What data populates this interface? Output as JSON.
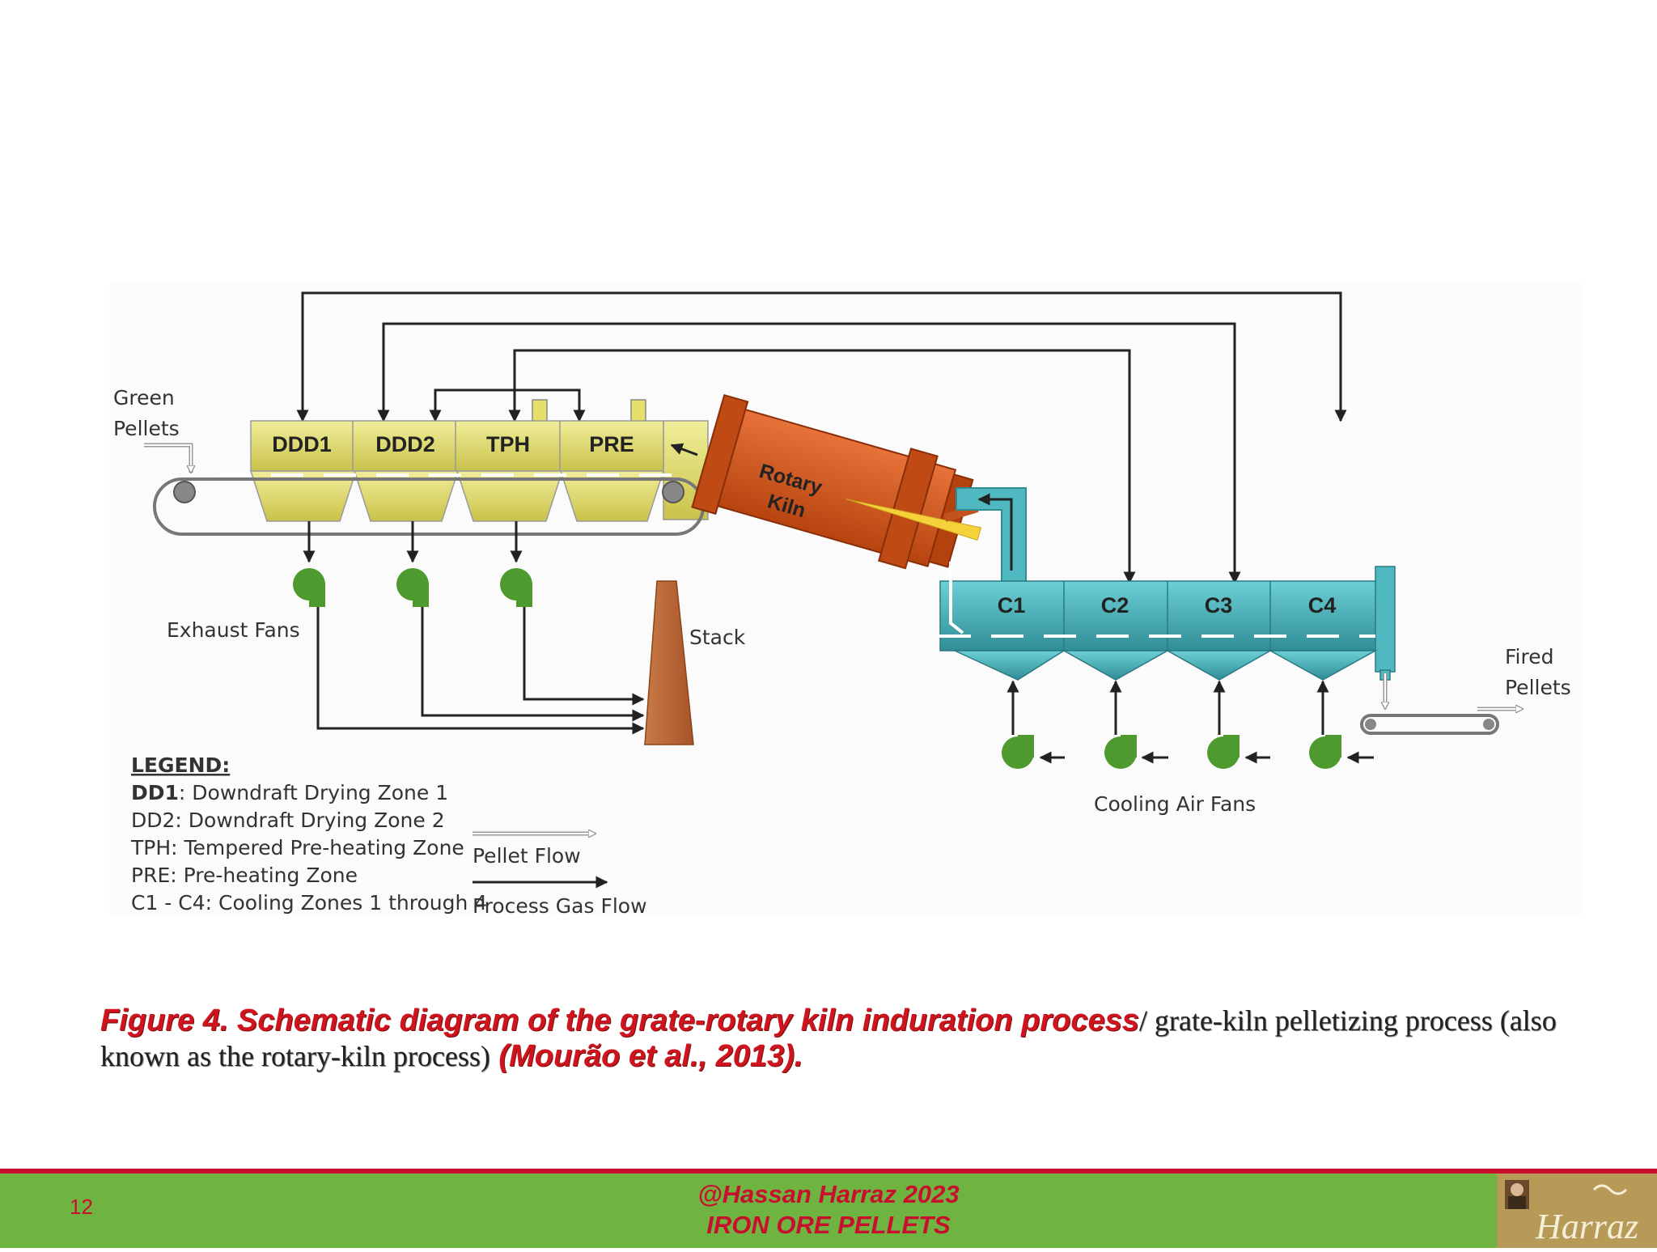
{
  "diagram": {
    "inputs": {
      "green_pellets_1": "Green",
      "green_pellets_2": "Pellets",
      "fired_pellets_1": "Fired",
      "fired_pellets_2": "Pellets"
    },
    "grate_zones": [
      "DDD1",
      "DDD2",
      "TPH",
      "PRE"
    ],
    "kiln": {
      "line1": "Rotary",
      "line2": "Kiln"
    },
    "cooler_zones": [
      "C1",
      "C2",
      "C3",
      "C4"
    ],
    "labels": {
      "exhaust_fans": "Exhaust Fans",
      "stack": "Stack",
      "cooling_air_fans": "Cooling Air Fans"
    },
    "legend": {
      "title": "LEGEND:",
      "items": [
        {
          "abbr": "DD1",
          "text": ": Downdraft Drying Zone 1"
        },
        {
          "abbr": "",
          "text": "DD2: Downdraft Drying Zone 2"
        },
        {
          "abbr": "",
          "text": "TPH: Tempered Pre-heating Zone"
        },
        {
          "abbr": "",
          "text": "PRE: Pre-heating Zone"
        },
        {
          "abbr": "",
          "text": "C1 - C4: Cooling Zones 1 through 4"
        }
      ],
      "pellet_flow": "Pellet Flow",
      "process_gas_flow": "Process Gas Flow"
    },
    "colors": {
      "grate": "#e6e06a",
      "kiln": "#d9541c",
      "cooler": "#4fb8c0",
      "fan": "#4f9a2e",
      "stack": "#c46a30"
    }
  },
  "caption": {
    "part1": "Figure 4. Schematic diagram of the grate-rotary kiln induration process",
    "part2": "/ grate-kiln pelletizing process (also known as the rotary-kiln process)",
    "part3": " (Mourão et al., 2013)."
  },
  "footer": {
    "page_number": "12",
    "author": "@Hassan Harraz 2023",
    "title": "IRON ORE PELLETS",
    "logo_text": "Harraz"
  }
}
